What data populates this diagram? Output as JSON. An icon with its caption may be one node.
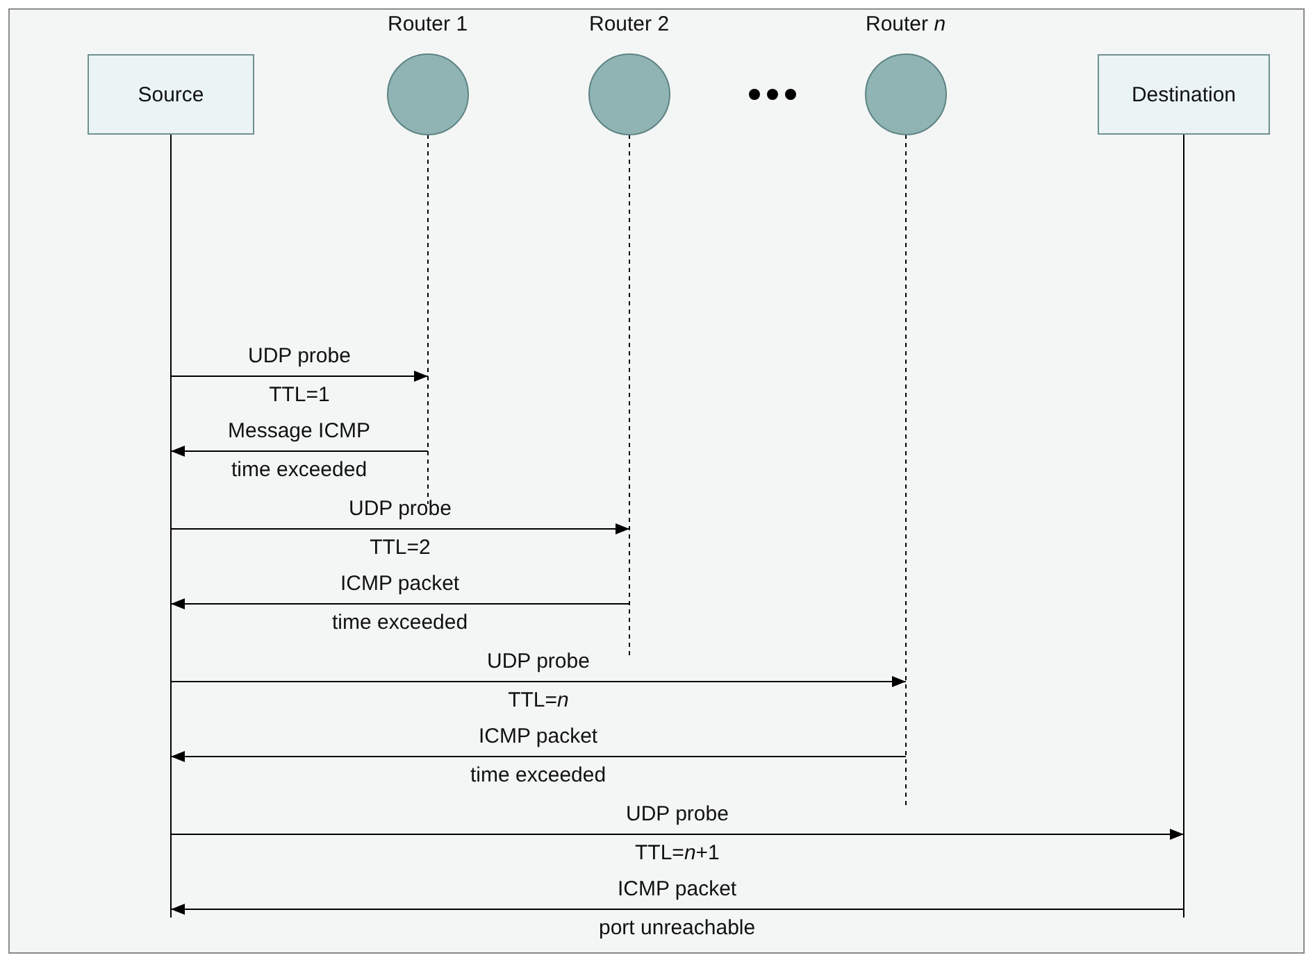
{
  "diagram": {
    "nodes": [
      {
        "text": [
          "Source"
        ]
      },
      {
        "text": [
          "Router 1"
        ]
      },
      {
        "text": [
          "Router 2"
        ]
      },
      {
        "text": [
          "Router *n*"
        ]
      },
      {
        "text": [
          "Destination"
        ]
      }
    ],
    "edges": [
      {
        "from": 0,
        "to": 1,
        "arrow": "to",
        "label": "UDP probe TTL=1"
      },
      {
        "from": 1,
        "to": 0,
        "arrow": "to",
        "label": "Message ICMP time exceeded"
      },
      {
        "from": 0,
        "to": 2,
        "arrow": "to",
        "label": "UDP probe TTL=2"
      },
      {
        "from": 2,
        "to": 0,
        "arrow": "to",
        "label": "ICMP packet time exceeded"
      },
      {
        "from": 0,
        "to": 3,
        "arrow": "to",
        "label": "UDP probe TTL=*n*"
      },
      {
        "from": 3,
        "to": 0,
        "arrow": "to",
        "label": "ICMP packet time exceeded"
      },
      {
        "from": 0,
        "to": 4,
        "arrow": "to",
        "label": "UDP probe TTL=*n*+1"
      },
      {
        "from": 4,
        "to": 0,
        "arrow": "to",
        "label": "ICMP packet port unreachable"
      }
    ]
  }
}
